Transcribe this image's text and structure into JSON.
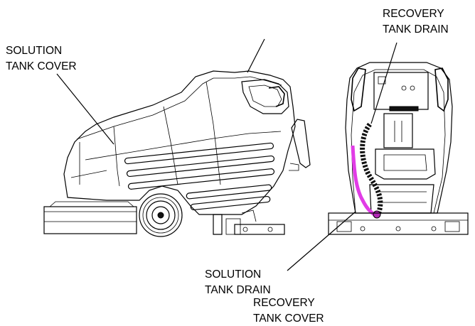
{
  "labels": {
    "solution_tank_cover": [
      "SOLUTION",
      "TANK COVER"
    ],
    "recovery_tank_drain": [
      "RECOVERY",
      "TANK DRAIN"
    ],
    "solution_tank_drain": [
      "SOLUTION",
      "TANK DRAIN"
    ],
    "recovery_tank_cover": [
      "RECOVERY",
      "TANK COVER"
    ]
  },
  "colors": {
    "line": "#000000",
    "drain_hose_highlight": "#e13ce6",
    "background": "#ffffff"
  }
}
